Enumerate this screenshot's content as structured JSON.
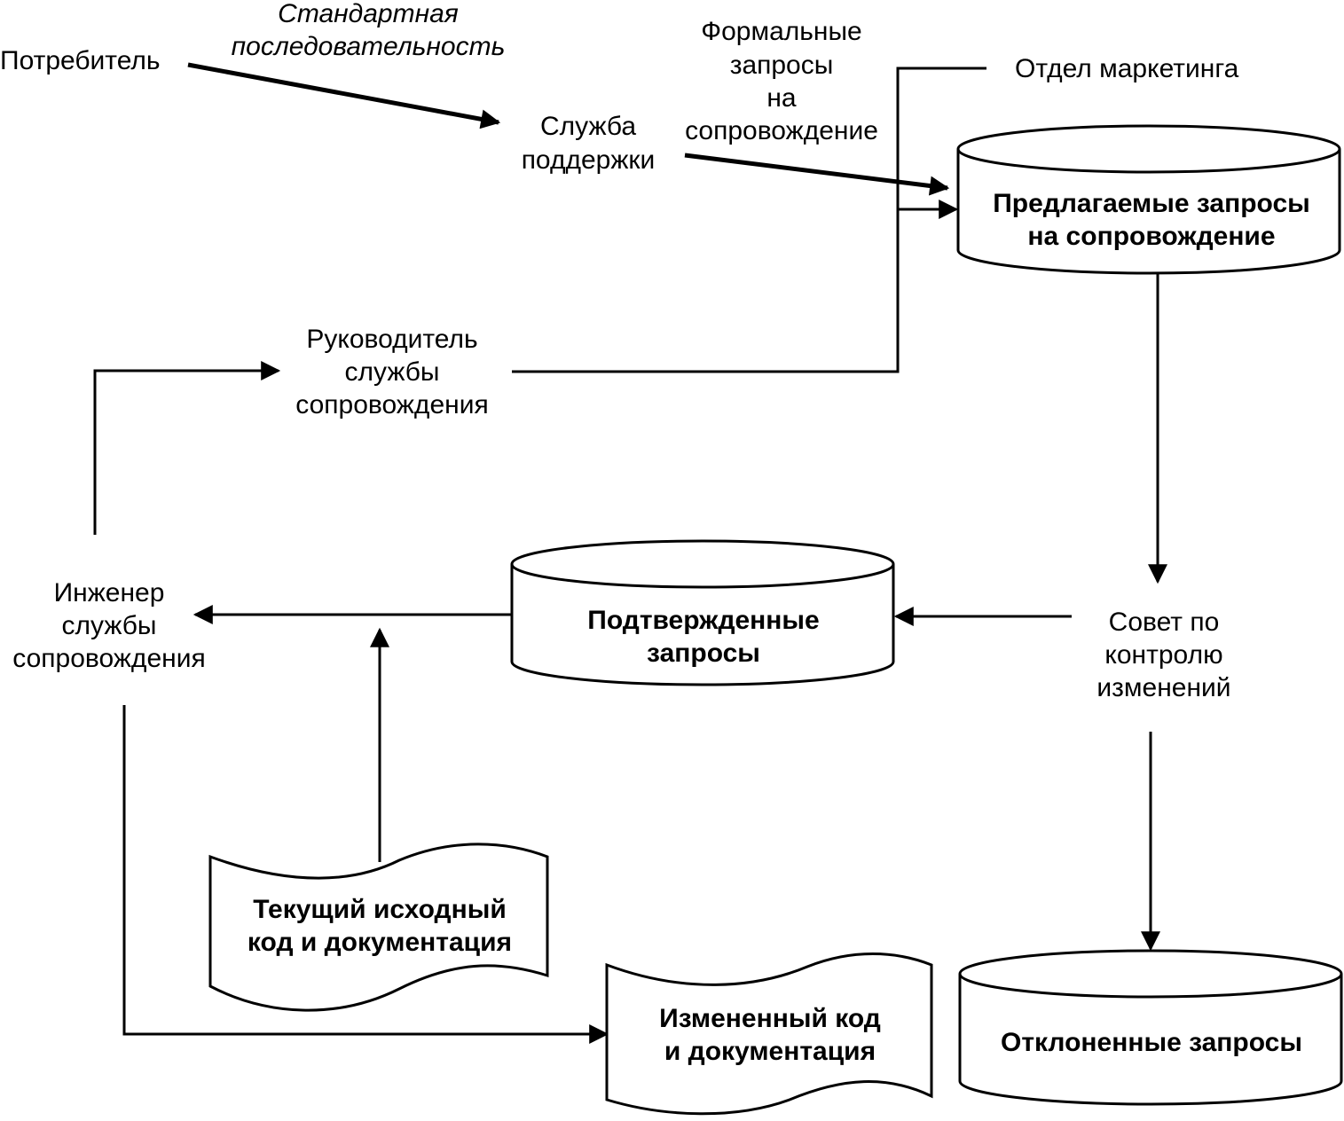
{
  "diagram": {
    "nodes": {
      "consumer": "Потребитель",
      "standard_sequence": [
        "Стандартная",
        "последовательность"
      ],
      "formal_requests": [
        "Формальные",
        "запросы",
        "на",
        "сопровождение"
      ],
      "marketing": "Отдел маркетинга",
      "support_service": [
        "Служба",
        "поддержки"
      ],
      "proposed_requests": [
        "Предлагаемые запросы",
        "на сопровождение"
      ],
      "maintenance_manager": [
        "Руководитель",
        "службы",
        "сопровождения"
      ],
      "maintenance_engineer": [
        "Инженер",
        "службы",
        "сопровождения"
      ],
      "confirmed_requests": [
        "Подтвержденные",
        "запросы"
      ],
      "change_board": [
        "Совет по",
        "контролю",
        "изменений"
      ],
      "current_source": [
        "Текущий исходный",
        "код и документация"
      ],
      "changed_code": [
        "Измененный код",
        "и документация"
      ],
      "rejected_requests": "Отклоненные запросы"
    }
  }
}
